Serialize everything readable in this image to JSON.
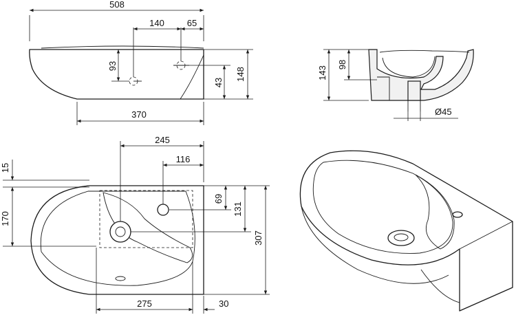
{
  "drawing": {
    "dimensions": {
      "front_width": "508",
      "tap_offset": "140",
      "tap_edge": "65",
      "tap_height": "93",
      "side_height": "43",
      "total_height": "148",
      "base_width": "370",
      "section_height": "143",
      "section_inner": "98",
      "drain_diameter": "Ø45",
      "top_245": "245",
      "top_116": "116",
      "top_15": "15",
      "top_170": "170",
      "top_69": "69",
      "top_131": "131",
      "top_307": "307",
      "top_275": "275",
      "top_30": "30"
    }
  }
}
